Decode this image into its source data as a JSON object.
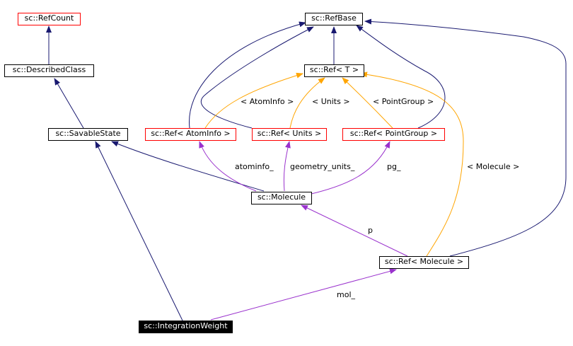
{
  "colors": {
    "inheritance": "#191970",
    "usage": "#9a32cd",
    "template": "#ffa500",
    "incomplete_border": "#ff0000",
    "focus_fill": "#000000"
  },
  "nodes": {
    "refcount": "sc::RefCount",
    "refbase": "sc::RefBase",
    "describedclass": "sc::DescribedClass",
    "ref_t": "sc::Ref< T >",
    "savablestate": "sc::SavableState",
    "ref_atominfo": "sc::Ref< AtomInfo >",
    "ref_units": "sc::Ref< Units >",
    "ref_pointgroup": "sc::Ref< PointGroup >",
    "molecule": "sc::Molecule",
    "ref_molecule": "sc::Ref< Molecule >",
    "integrationweight": "sc::IntegrationWeight"
  },
  "edge_labels": {
    "atominfo_tmpl": "< AtomInfo >",
    "units_tmpl": "< Units >",
    "pointgroup_tmpl": "< PointGroup >",
    "molecule_tmpl": "< Molecule >",
    "atominfo_member": "atominfo_",
    "geometry_units_member": "geometry_units_",
    "pg_member": "pg_",
    "p_member": "p",
    "mol_member": "mol_"
  }
}
